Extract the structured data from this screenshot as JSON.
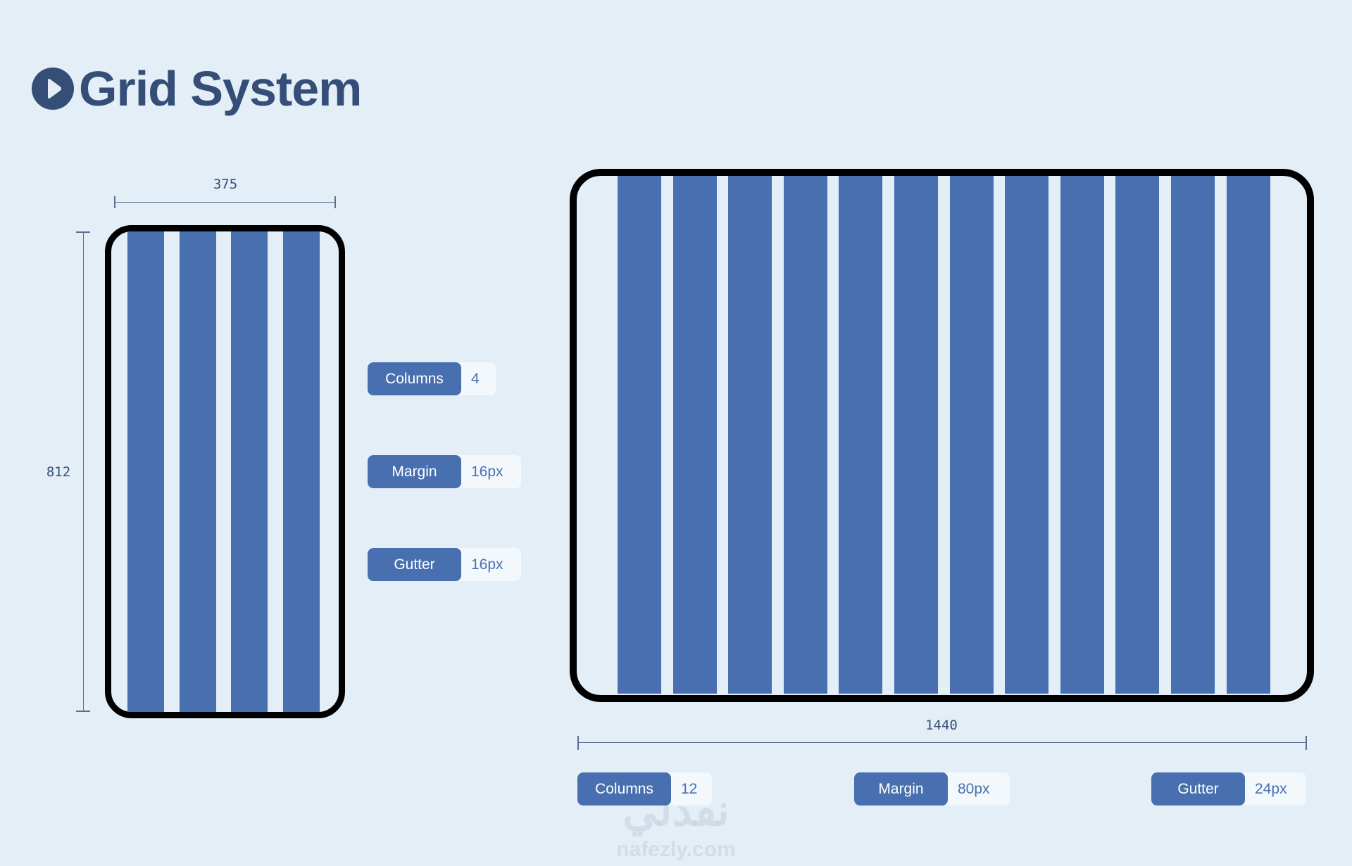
{
  "title": "Grid System",
  "colors": {
    "background": "#e3eef7",
    "accent": "#4870b0",
    "title": "#344e78",
    "frame": "#000000"
  },
  "mobile": {
    "width_label": "375",
    "height_label": "812",
    "columns": 4,
    "specs": [
      {
        "label": "Columns",
        "value": "4"
      },
      {
        "label": "Margin",
        "value": "16px"
      },
      {
        "label": "Gutter",
        "value": "16px"
      }
    ]
  },
  "desktop": {
    "width_label": "1440",
    "columns": 12,
    "specs": [
      {
        "label": "Columns",
        "value": "12"
      },
      {
        "label": "Margin",
        "value": "80px"
      },
      {
        "label": "Gutter",
        "value": "24px"
      }
    ]
  },
  "watermark": {
    "arabic": "نفذلي",
    "latin": "nafezly.com"
  }
}
